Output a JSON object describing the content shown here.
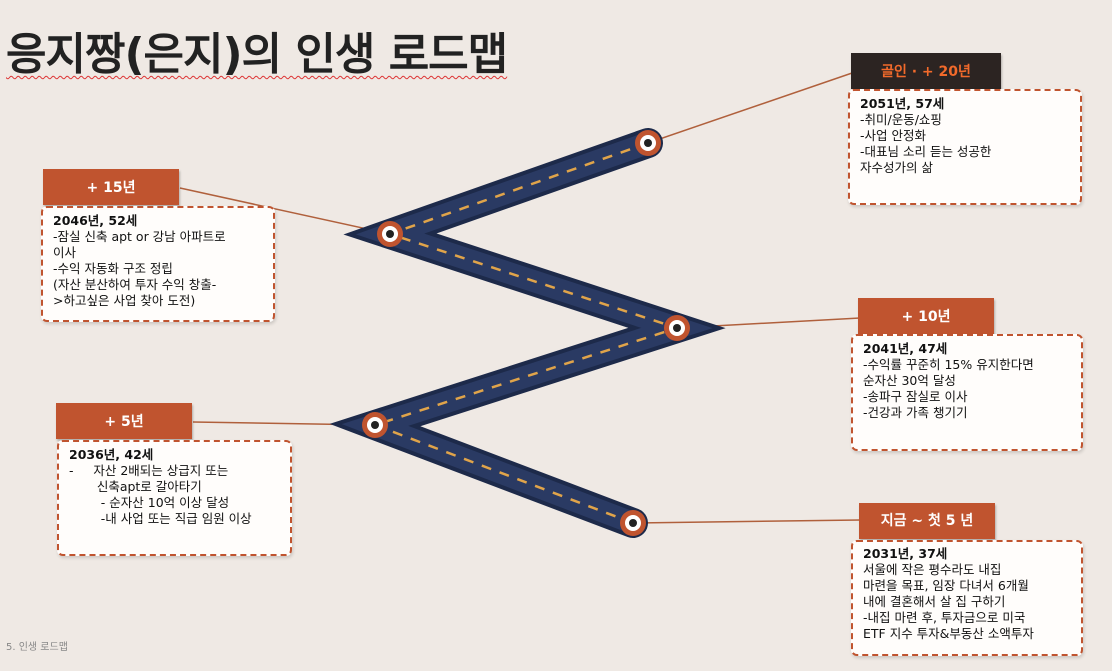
{
  "title": "응지짱(은지)의 인생 로드맵",
  "footer": "5. 인생 로드맵",
  "colors": {
    "background": "#efe9e4",
    "accent": "#c0542f",
    "road": "#1d2a4a",
    "road_dash": "#e0a44a",
    "dark_label": "#2c2422",
    "dark_label_text": "#f26a2b"
  },
  "milestones": [
    {
      "label": "골인 · + 20년",
      "heading": "2051년, 57세",
      "lines": [
        "-취미/운동/쇼핑",
        "-사업 안정화",
        "-대표님 소리 듣는 성공한",
        "자수성가의 삶"
      ]
    },
    {
      "label": "+ 15년",
      "heading": "2046년, 52세",
      "lines": [
        "-잠실 신축 apt or 강남 아파트로",
        "이사",
        "-수익 자동화 구조 정립",
        "(자산 분산하여 투자 수익 창출-",
        ">하고싶은 사업 찾아 도전)"
      ]
    },
    {
      "label": "+ 10년",
      "heading": "2041년, 47세",
      "lines": [
        "-수익률 꾸준히 15% 유지한다면",
        "순자산 30억 달성",
        "-송파구 잠실로 이사",
        "-건강과 가족 챙기기"
      ]
    },
    {
      "label": "+ 5년",
      "heading": "2036년, 42세",
      "lines": [
        "-     자산 2배되는 상급지 또는",
        "       신축apt로 갈아타기",
        "        - 순자산 10억 이상 달성",
        "        -내 사업 또는 직급 임원 이상"
      ]
    },
    {
      "label": "지금 ~ 첫 5 년",
      "heading": "2031년, 37세",
      "lines": [
        "서울에 작은 평수라도 내집",
        "마련을 목표, 임장 다녀서 6개월",
        "내에 결혼해서 살 집 구하기",
        "-내집 마련 후, 투자금으로 미국",
        "ETF 지수 투자&부동산 소액투자"
      ]
    }
  ]
}
